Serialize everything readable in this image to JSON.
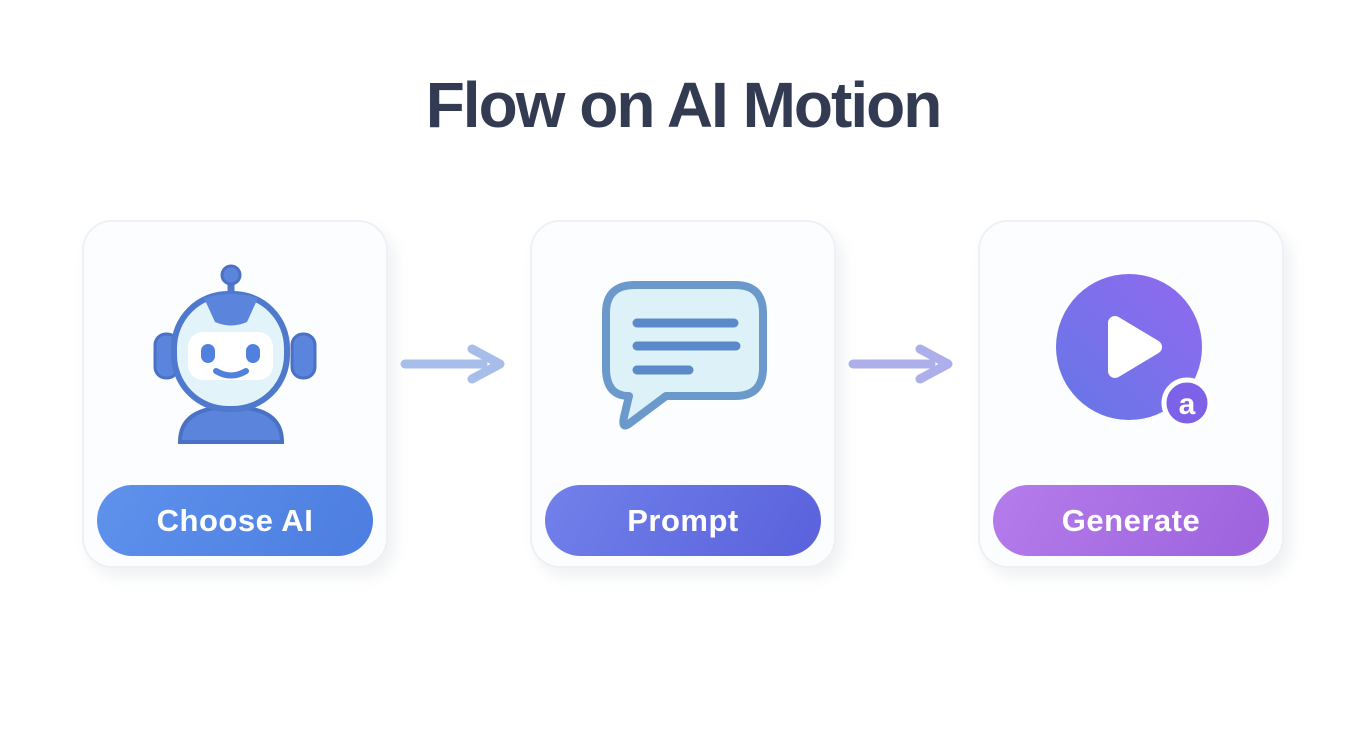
{
  "title": "Flow on AI Motion",
  "steps": [
    {
      "label": "Choose AI",
      "icon": "robot-icon",
      "button_color": "#5586E6"
    },
    {
      "label": "Prompt",
      "icon": "chat-bubble-icon",
      "button_color": "#6571E2"
    },
    {
      "label": "Generate",
      "icon": "play-circle-icon",
      "badge_letter": "a",
      "button_color": "#A86FE4"
    }
  ],
  "arrows": [
    {
      "icon": "arrow-right-icon",
      "color": "#A8BEEA"
    },
    {
      "icon": "arrow-right-icon",
      "color": "#ADAFEA"
    }
  ],
  "colors": {
    "page_background": "#FFFFFF",
    "title_text": "#323B52",
    "card_background": "#FCFDFE",
    "card_border": "#EDF0F5",
    "button_text": "#FFFFFF",
    "robot_blue": "#5B84DC",
    "icon_light_cyan": "#E2F4F9",
    "bubble_outline": "#6B99CB",
    "bubble_line_blue": "#5C89C8",
    "play_gradient_start": "#6577E6",
    "play_gradient_end": "#9169F0",
    "badge_purple": "#7D62E7"
  }
}
